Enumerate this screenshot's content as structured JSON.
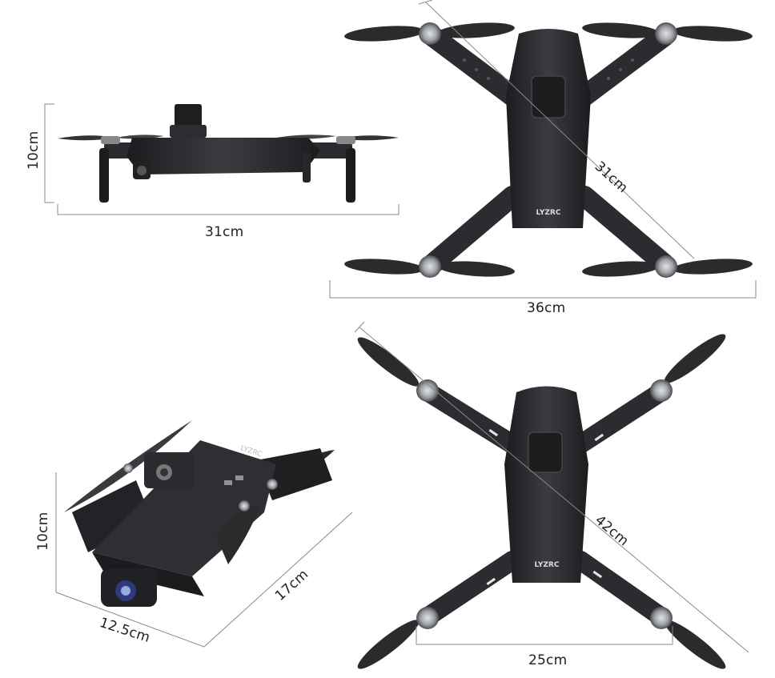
{
  "colors": {
    "body_dark": "#1e1f21",
    "body_mid": "#2e3033",
    "body_light": "#4a4d52",
    "prop": "#2a2b2d",
    "motor": "#9a9da2",
    "line": "#8a8a8a"
  },
  "views": {
    "side": {
      "width_label": "31cm",
      "height_label": "10cm"
    },
    "top_folded": {
      "width_label": "36cm",
      "diagonal_label": "31cm",
      "brand": "LYZRC"
    },
    "perspective": {
      "height_label": "10cm",
      "width_label": "12.5cm",
      "length_label": "17cm",
      "brand": "LYZRC"
    },
    "top_unfolded": {
      "width_label": "25cm",
      "diagonal_label": "42cm",
      "brand": "LYZRC"
    }
  }
}
